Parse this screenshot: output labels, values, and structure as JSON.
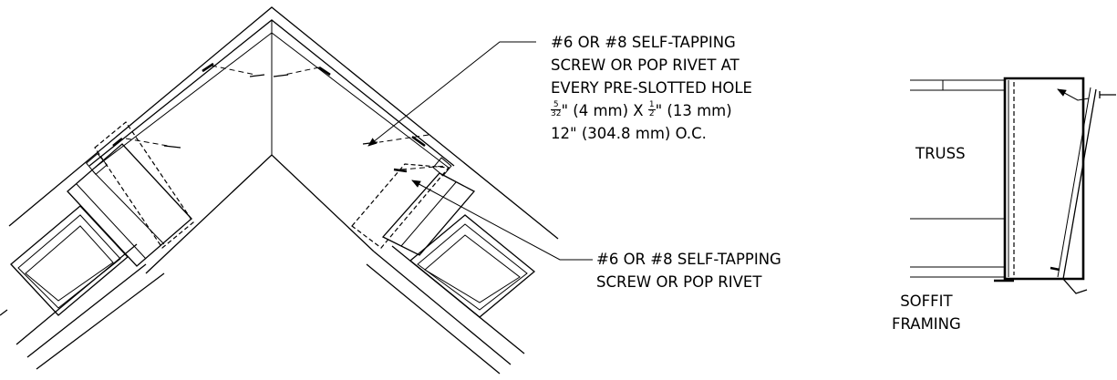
{
  "callout_top": {
    "line1": "#6 OR #8 SELF-TAPPING",
    "line2": "SCREW OR POP RIVET AT",
    "line3": "EVERY PRE-SLOTTED HOLE",
    "size_a_num": "5",
    "size_a_den": "32",
    "size_a_rest": "\" (4 mm) X ",
    "size_b_num": "1",
    "size_b_den": "2",
    "size_b_rest": "\" (13 mm)",
    "spacing": "12\" (304.8 mm) O.C."
  },
  "callout_mid": {
    "line1": "#6 OR #8 SELF-TAPPING",
    "line2": "SCREW OR POP RIVET"
  },
  "section": {
    "truss_label": "TRUSS",
    "soffit_line1": "SOFFIT",
    "soffit_line2": "FRAMING"
  }
}
